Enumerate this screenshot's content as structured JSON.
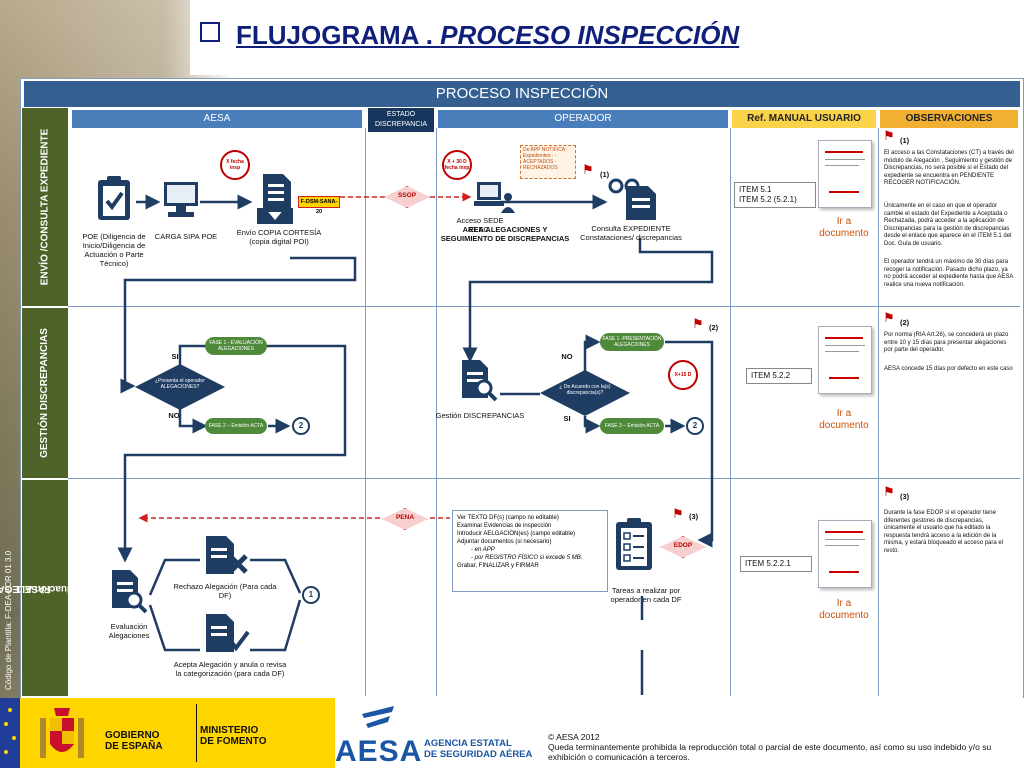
{
  "slide": {
    "title_part1": "FLUJOGRAMA . ",
    "title_part2": "PROCESO INSPECCIÓN",
    "codigo": "Código de Plantilla: F-DEA-FOR 01 3.0"
  },
  "diagram": {
    "header": "PROCESO INSPECCIÓN",
    "columns": {
      "aesa": "AESA",
      "estado": "ESTADO DISCREPANCIA",
      "operador": "OPERADOR",
      "ref": "Ref. MANUAL USUARIO",
      "obs": "OBSERVACIONES"
    },
    "lanes": {
      "envio": "ENVÍO /CONSULTA EXPEDIENTE",
      "gestion": "GESTIÓN DISCREPANCIAS",
      "fase1_a": "FASE 1",
      "fase1_b": "Presentación /Evaluación ALEGACIONES"
    },
    "nodes": {
      "poe": "POE (Diligencia de Inicio/Diligencia de Actuación o Parte Técnico)",
      "carga_sipa": "CARGA SIPA POE",
      "envio_copia": "Envío COPIA CORTESÍA (copia digital POI)",
      "form_code": "F-DSM-SANA-20",
      "x_fecha": "X fecha insp",
      "x30_fecha": "X + 30 D fecha insp",
      "app_notifica": "De APP NOTIFICA: Expedientes : - ACEPTADOS - RECHAZADOS",
      "acceso_sede_1": "Acceso SEDE ELEC.",
      "acceso_sede_2": "AREA ALEGACIONES Y SEGUIMIENTO DE DISCREPANCIAS",
      "consulta_exp": "Consulta EXPEDIENTE Constataciones/ discrepancias",
      "ssop": "SSOP",
      "fase1_eval": "FASE 1 - EVALUACIÓN ALEGACIONES",
      "fase2_acta": "FASE 2 – Emisión ACTA",
      "presenta_q": "¿Presenta el operador ALEGACIONES?",
      "si": "SI",
      "no": "NO",
      "gestion_disc": "Gestión DISCREPANCIAS",
      "fase1_pres": "FASE 1 -PRESENTACIÓN ALEGACIONES",
      "fase3_acta": "FASE 3 – Emisión ACTA",
      "acuerdo_q": "¿ De Acuerdo con la(s) discrepancia(s)?",
      "x15": "X+15 D",
      "pena": "PENA",
      "edop": "EDOP",
      "rechazo": "Rechazo Alegación (Para cada DF)",
      "acepta": "Acepta Alegación y anula o revisa la categorización (para cada DF)",
      "evaluacion": "Evaluación Alegaciones",
      "tareas": "Tareas a realizar por operador en cada DF",
      "num1": "1",
      "num2": "2",
      "p1": "(1)",
      "p2": "(2)",
      "p3": "(3)"
    },
    "tasks": [
      "Ver TEXTO DF(s) (campo no editable)",
      "Examinar Evidencias de inspección",
      "Introducir AELGACIÓN(es) (campo editable)",
      "Adjuntar documentos (si necesario)",
      "- en APP",
      "- por REGISTRO FÍSICO si excede 5 MB.",
      "Grabar, FINALIZAR y FIRMAR"
    ],
    "refs": {
      "r1a": "ITEM 5.1",
      "r1b": "ITEM 5.2 (5.2.1)",
      "r2": "ITEM 5.2.2",
      "r3": "ITEM 5.2.2.1",
      "ir": "Ir a documento"
    },
    "observations": {
      "o1_num": "(1)",
      "o1_a": "El acceso a las Constataciones (CT) a través del módulo de Alegación , Seguimiento y gestión de Discrepancias, no será posible si el Estado del expediente se encuentra en PENDIENTE RECOGER NOTIFICACIÓN.",
      "o1_b": "Únicamente en el caso en que el operador cambie el estado del Expediente a Aceptada o Rechazada, podrá acceder a la aplicación de Discrepancias para la gestión de discrepancias desde el enlace que aparece en el ITEM 5.1 del Doc. Guía de usuario.",
      "o1_c": "El operador tendrá un máximo de 30 días para recoger la notificación. Pasado dicho plazo, ya no podrá acceder al expediente hasta que AESA realice una nueva notificación.",
      "o2_num": "(2)",
      "o2_a": "Por norma (RIA Art.26), se concederá un plazo entre 10 y 15 días para presentar alegaciones por parte del operador.",
      "o2_b": "AESA concede 15 días por defecto en este caso",
      "o3_num": "(3)",
      "o3_a": "Durante la fase EDOP si el operador tiene diferentes gestores de discrepancias, únicamente el usuario que ha editado la respuesta tendrá acceso a la edición de la misma, y estará bloqueado el acceso para el resto."
    }
  },
  "footer": {
    "gobierno_1": "GOBIERNO",
    "gobierno_2": "DE ESPAÑA",
    "ministerio_1": "MINISTERIO",
    "ministerio_2": "DE FOMENTO",
    "aesa": "AESA",
    "agencia_1": "AGENCIA ESTATAL",
    "agencia_2": "DE SEGURIDAD AÉREA",
    "copyright": "© AESA 2012",
    "legal": "Queda terminantemente prohibida la reproducción total o parcial de este documento, así como su uso indebido y/o su exhibición o comunicación a terceros."
  },
  "colors": {
    "title": "#0f1f7a",
    "lane_header": "#365f91",
    "column_header": "#4a7ebb",
    "side_lane": "#4f6228",
    "arrow": "#1f3d63",
    "dashed_arrow": "#d02020",
    "ref_header": "#fbd34a",
    "aesa_blue": "#1a56a4",
    "gov_yellow": "#ffd500"
  }
}
